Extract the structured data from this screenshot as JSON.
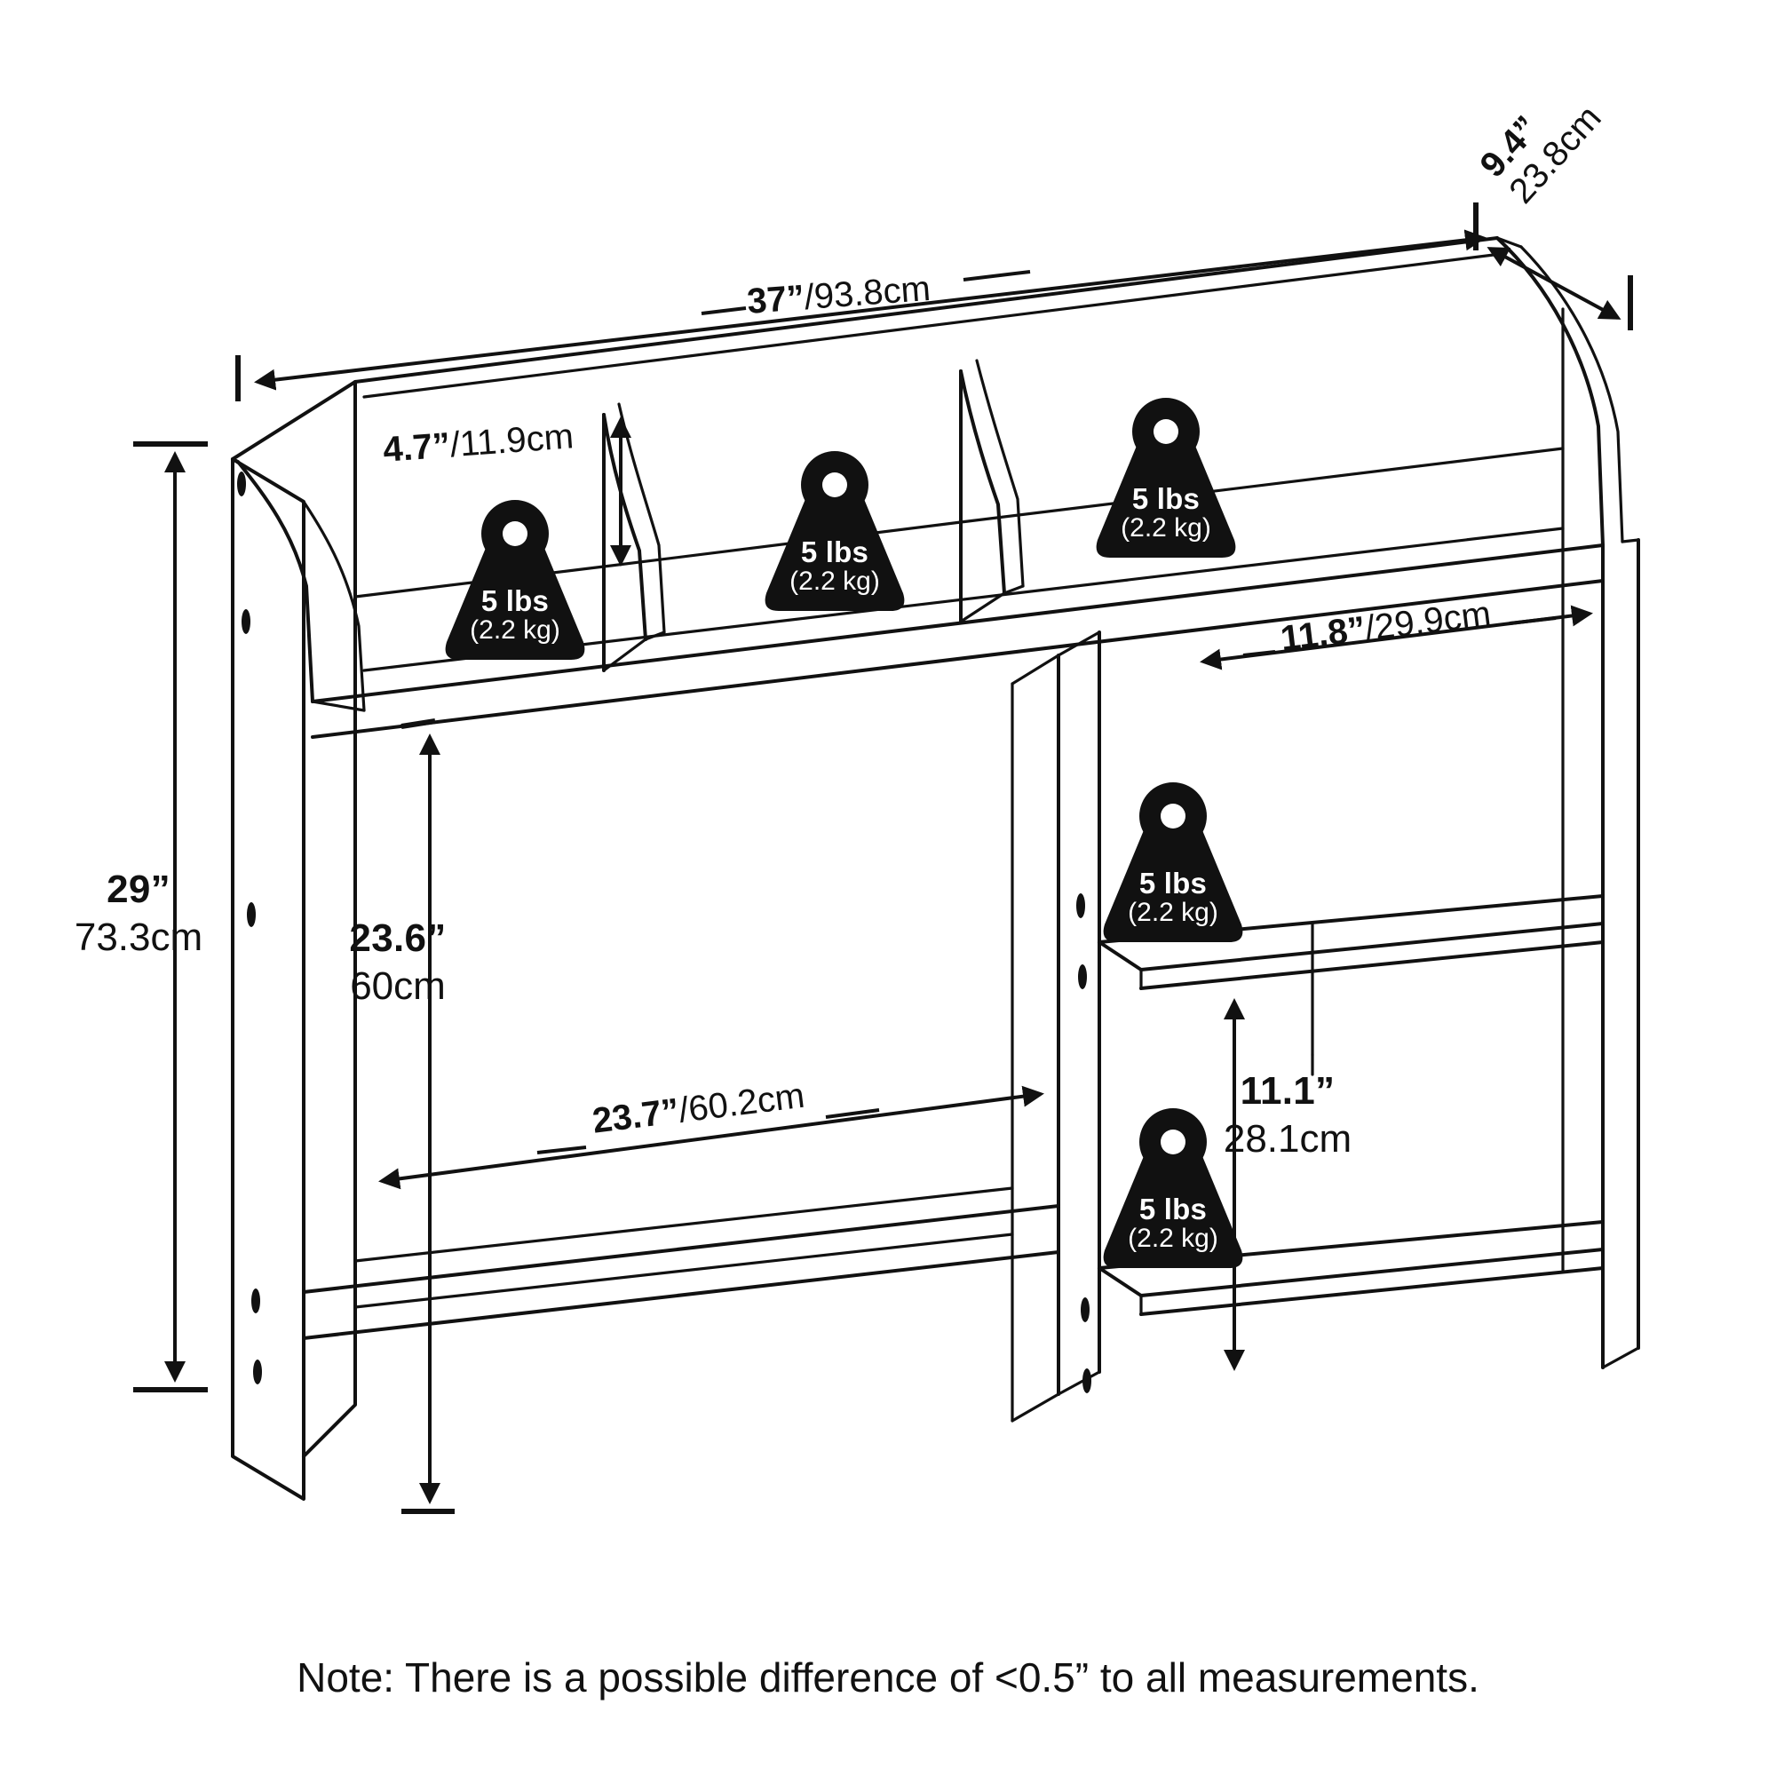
{
  "diagram": {
    "type": "product-dimension-diagram",
    "subject": "wall-mounted / desktop hutch shelf unit",
    "line_color": "#111111",
    "background_color": "#ffffff",
    "badge_color": "#111111",
    "badge_text_color": "#ffffff"
  },
  "dimensions": {
    "overall_width": {
      "imperial": "37”",
      "metric": "/93.8cm",
      "orientation": "horizontal-top"
    },
    "overall_depth": {
      "imperial": "9.4”",
      "metric": "23.8cm",
      "orientation": "diagonal-top-right"
    },
    "overall_height": {
      "imperial": "29”",
      "metric": "73.3cm",
      "orientation": "vertical-left"
    },
    "top_cubby_height": {
      "imperial": "4.7”",
      "metric": "/11.9cm",
      "orientation": "vertical-top-cubby"
    },
    "right_shelf_width": {
      "imperial": "11.8”",
      "metric": "/29.9cm",
      "orientation": "horizontal-right"
    },
    "desk_clearance_height": {
      "imperial": "23.6”",
      "metric": "60cm",
      "orientation": "vertical-center"
    },
    "desk_opening_width": {
      "imperial": "23.7”",
      "metric": "/60.2cm",
      "orientation": "horizontal-center"
    },
    "lower_cube_height": {
      "imperial": "11.1”",
      "metric": "28.1cm",
      "orientation": "vertical-lower-right"
    }
  },
  "weight_badges": [
    {
      "id": "top-left-cubby",
      "lbs": "5 lbs",
      "kg": "(2.2 kg)"
    },
    {
      "id": "top-middle-cubby",
      "lbs": "5 lbs",
      "kg": "(2.2 kg)"
    },
    {
      "id": "top-right-shelf",
      "lbs": "5 lbs",
      "kg": "(2.2 kg)"
    },
    {
      "id": "middle-right-shelf",
      "lbs": "5 lbs",
      "kg": "(2.2 kg)"
    },
    {
      "id": "bottom-right-shelf",
      "lbs": "5 lbs",
      "kg": "(2.2 kg)"
    }
  ],
  "note": {
    "text": "Note: There is a possible difference of <0.5” to all measurements."
  }
}
